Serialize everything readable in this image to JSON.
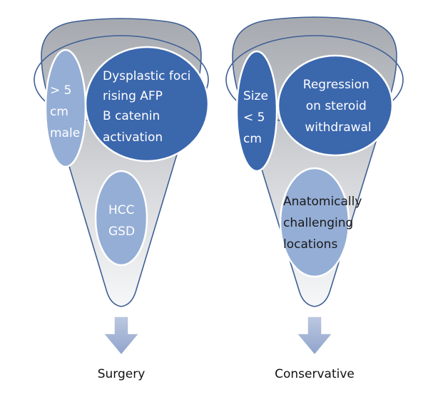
{
  "colors": {
    "funnel_fill_top": "#a9adb3",
    "funnel_fill_bottom": "#f4f5f6",
    "outline": "#3f5f95",
    "dark_blue": "#3b67ad",
    "light_blue": "#95aed6",
    "arrow_fill": "#a9b8d6",
    "text_light": "#ffffff",
    "text_dark": "#1a1a1a"
  },
  "left_funnel": {
    "size_criterion": [
      "> 5",
      "cm",
      "male"
    ],
    "molecular_criteria": [
      "Dysplastic foci",
      "rising AFP",
      "B catenin",
      "activation"
    ],
    "risk_criteria": [
      "HCC",
      "GSD"
    ],
    "outcome": "Surgery"
  },
  "right_funnel": {
    "size_criterion": [
      "Size",
      "< 5",
      "cm"
    ],
    "response_criteria": [
      "Regression",
      "on steroid",
      "withdrawal"
    ],
    "location_criteria": [
      "Anatomically",
      "challenging",
      "locations"
    ],
    "outcome": "Conservative"
  }
}
